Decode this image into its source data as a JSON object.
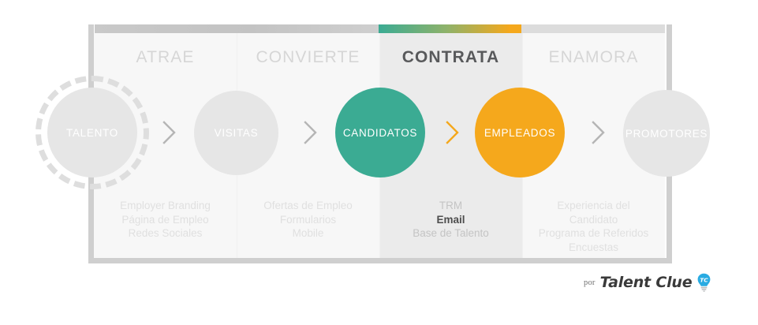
{
  "colors": {
    "teal": "#3bab93",
    "gold": "#f5a81c",
    "grey_circle": "#e6e6e6",
    "frame_border": "#cfcfcf",
    "active_column_bg": "#ebebeb",
    "column_bg": "#f7f7f7",
    "title_inactive": "#d6d6d6",
    "title_active": "#58595b",
    "bulb_blue": "#29abe2"
  },
  "stages": [
    {
      "id": "atrae",
      "title": "ATRAE",
      "active": false,
      "features": [
        "Employer Branding",
        "Página de Empleo",
        "Redes Sociales"
      ],
      "emphasis": []
    },
    {
      "id": "convierte",
      "title": "CONVIERTE",
      "active": false,
      "features": [
        "Ofertas de Empleo",
        "Formularios",
        "Mobile"
      ],
      "emphasis": []
    },
    {
      "id": "contrata",
      "title": "CONTRATA",
      "active": true,
      "features": [
        "TRM",
        "Email",
        "Base de Talento"
      ],
      "emphasis": [
        "Email"
      ]
    },
    {
      "id": "enamora",
      "title": "ENAMORA",
      "active": false,
      "features": [
        "Experiencia del",
        "Candidato",
        "Programa de Referidos",
        "Encuestas"
      ],
      "emphasis": []
    }
  ],
  "nodes": [
    {
      "id": "talento",
      "label": "TALENTO",
      "style": "grey",
      "dashed_ring": true
    },
    {
      "id": "visitas",
      "label": "VISITAS",
      "style": "grey",
      "dashed_ring": false
    },
    {
      "id": "candidatos",
      "label": "CANDIDATOS",
      "style": "teal",
      "dashed_ring": false
    },
    {
      "id": "empleados",
      "label": "EMPLEADOS",
      "style": "gold",
      "dashed_ring": false
    },
    {
      "id": "promotores",
      "label": "PROMOTORES",
      "style": "grey",
      "dashed_ring": false
    }
  ],
  "arrows": [
    {
      "id": "arrow-1",
      "color": "#b5b5b5"
    },
    {
      "id": "arrow-2",
      "color": "#b5b5b5"
    },
    {
      "id": "arrow-3",
      "color": "#f5a81c"
    },
    {
      "id": "arrow-4",
      "color": "#b5b5b5"
    }
  ],
  "footer": {
    "prefix": "por",
    "brand": "Talent Clue",
    "bulb_text": "TC"
  }
}
